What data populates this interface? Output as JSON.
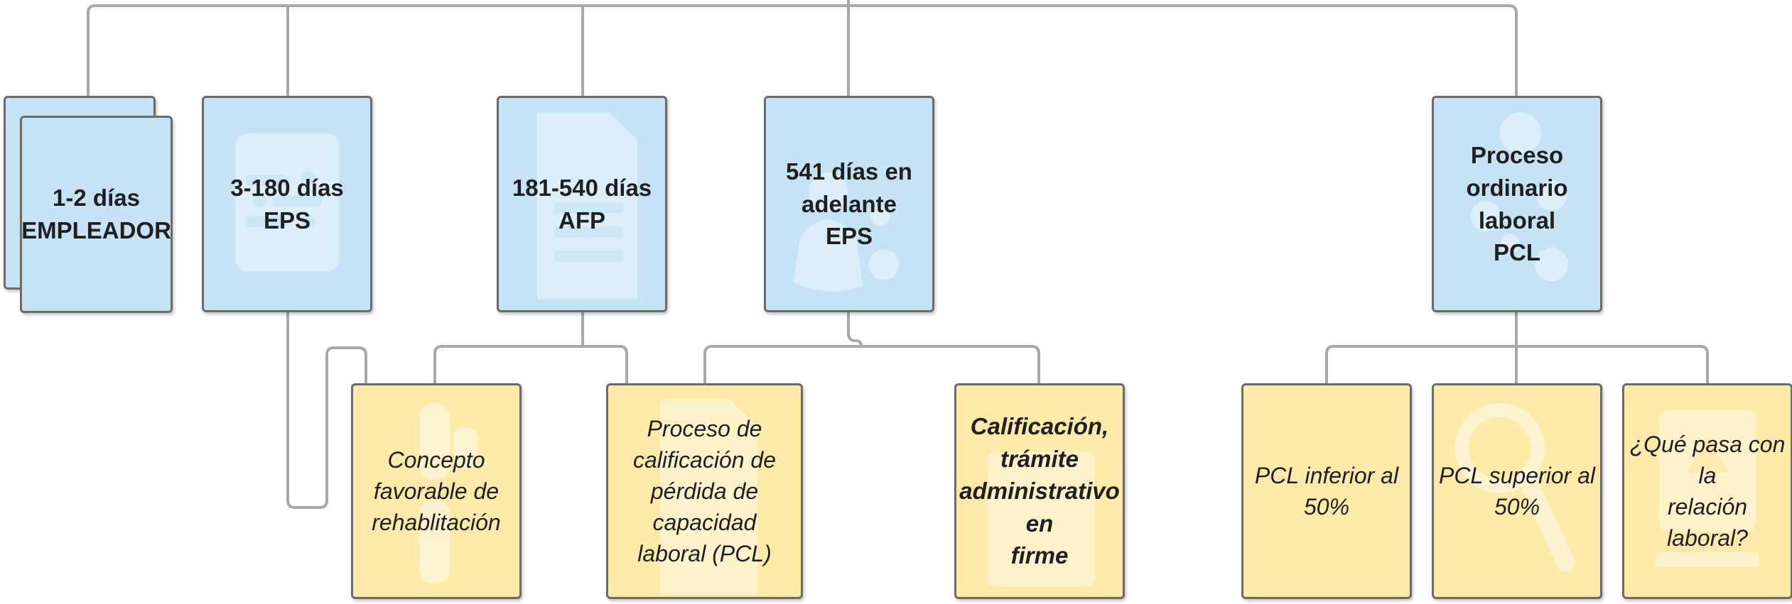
{
  "diagram": {
    "top_nodes": [
      {
        "id": "n1",
        "label": "1-2 días\nEMPLEADOR",
        "icon": "stacked-cards-icon"
      },
      {
        "id": "n2",
        "label": "3-180  días\nEPS",
        "icon": "money-icon"
      },
      {
        "id": "n3",
        "label": "181-540 días\nAFP",
        "icon": "document-icon"
      },
      {
        "id": "n4",
        "label": "541  días en\nadelante\nEPS",
        "icon": "people-icon"
      },
      {
        "id": "n5",
        "label": "Proceso\nordinario laboral\nPCL",
        "icon": "people-icon"
      }
    ],
    "sub_nodes": [
      {
        "id": "s1",
        "label": "Concepto\nfavorable de\nrehablitación",
        "icon": "medical-icon"
      },
      {
        "id": "s2",
        "label": "Proceso de\ncalificación de\npérdida de capacidad\nlaboral (PCL)",
        "icon": "document-icon"
      },
      {
        "id": "s3",
        "label": "Calificación,\ntrámite\nadministrativo en\nfirme",
        "icon": "form-icon"
      },
      {
        "id": "s4",
        "label": "PCL inferior al\n50%",
        "icon": "none"
      },
      {
        "id": "s5",
        "label": "PCL superior al\n50%",
        "icon": "magnifier-icon"
      },
      {
        "id": "s6",
        "label": "¿Qué pasa con la\nrelación laboral?",
        "icon": "upload-icon"
      }
    ],
    "colors": {
      "top_fill": "#c5e3f5",
      "sub_fill": "#fde9a8",
      "border": "#6b6b6b",
      "connector": "#a8a8a8",
      "watermark": "#ffffff"
    }
  }
}
